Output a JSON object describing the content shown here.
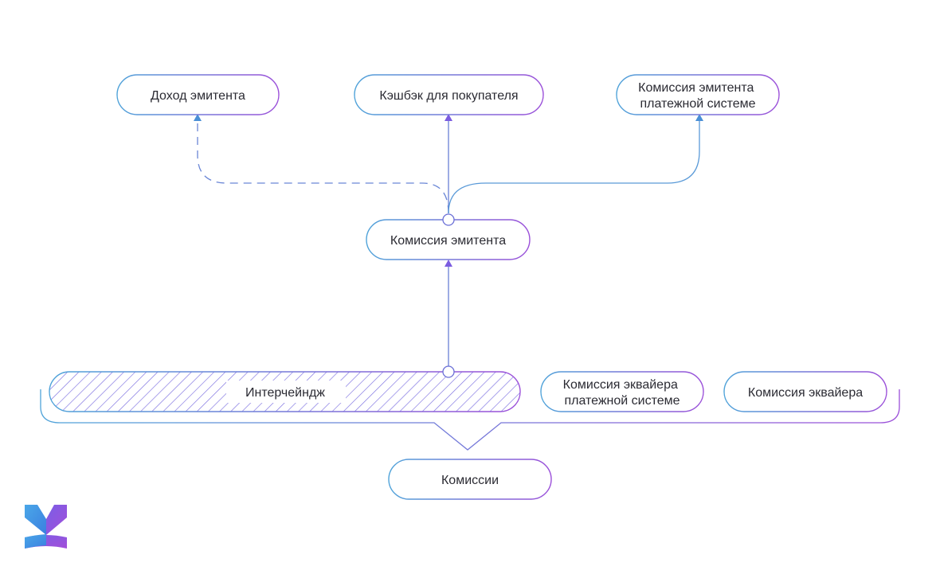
{
  "nodes": {
    "issuer_income": {
      "label": "Доход эмитента"
    },
    "buyer_cashback": {
      "label": "Кэшбэк для покупателя"
    },
    "issuer_fee_payment_system": {
      "label_lines": [
        "Комиссия эмитента",
        "платежной системе"
      ]
    },
    "issuer_fee": {
      "label": "Комиссия эмитента"
    },
    "interchange": {
      "label": "Интерчейндж"
    },
    "acquirer_fee_payment_system": {
      "label_lines": [
        "Комиссия эквайера",
        "платежной системе"
      ]
    },
    "acquirer_fee": {
      "label": "Комиссия эквайера"
    },
    "fees": {
      "label": "Комиссии"
    }
  },
  "colors": {
    "gradient_start": "#4fa3d9",
    "gradient_end": "#9b4fd9",
    "arrow_blue": "#4a8fd6",
    "arrow_purple": "#7b5ce0",
    "hatch": "#7b6fe0",
    "text": "#2b2b33",
    "logo_blue": "#3d8fe0",
    "logo_purple": "#9b4fd9"
  },
  "edges": [
    {
      "from": "fees",
      "to": "interchange",
      "style": "bracket"
    },
    {
      "from": "interchange",
      "to": "issuer_fee",
      "style": "solid"
    },
    {
      "from": "issuer_fee",
      "to": "buyer_cashback",
      "style": "solid"
    },
    {
      "from": "issuer_fee",
      "to": "issuer_fee_payment_system",
      "style": "solid"
    },
    {
      "from": "issuer_fee",
      "to": "issuer_income",
      "style": "dashed"
    }
  ],
  "logo": {
    "icon": "k-logo-icon"
  }
}
